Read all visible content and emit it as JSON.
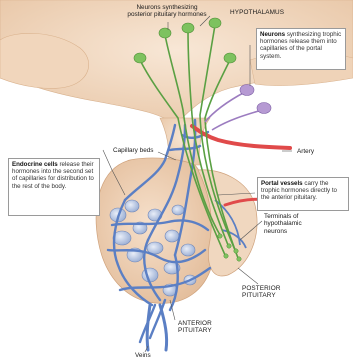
{
  "labels": {
    "neurons_synth_posterior": "Neurons synthesizing\nposterior pituitary hormones",
    "hypothalamus": "HYPOTHALAMUS",
    "capillary_beds": "Capillary beds",
    "artery": "Artery",
    "terminals": "Terminals of\nhypothalamic\nneurons",
    "posterior_pituitary": "POSTERIOR\nPITUITARY",
    "anterior_pituitary": "ANTERIOR\nPITUITARY",
    "veins": "Veins"
  },
  "callouts": {
    "neurons": {
      "title": "Neurons",
      "text": " synthesizing trophic hormones release them into capillaries of the portal system."
    },
    "endocrine": {
      "title": "Endocrine cells",
      "text": " release their hormones into the second set of capillaries for distribution to the rest of the body."
    },
    "portal": {
      "title": "Portal vessels",
      "text": " carry the trophic hormones directly to the anterior pituitary."
    }
  },
  "colors": {
    "tissue": "#f3dcc6",
    "tissue_shadow": "#e6c3a4",
    "neuron_green": "#6ab04c",
    "neuron_purple": "#a98bc4",
    "artery_red": "#e04a4a",
    "vein_blue": "#5b7fc4",
    "callout_bg": "#ffffff"
  }
}
